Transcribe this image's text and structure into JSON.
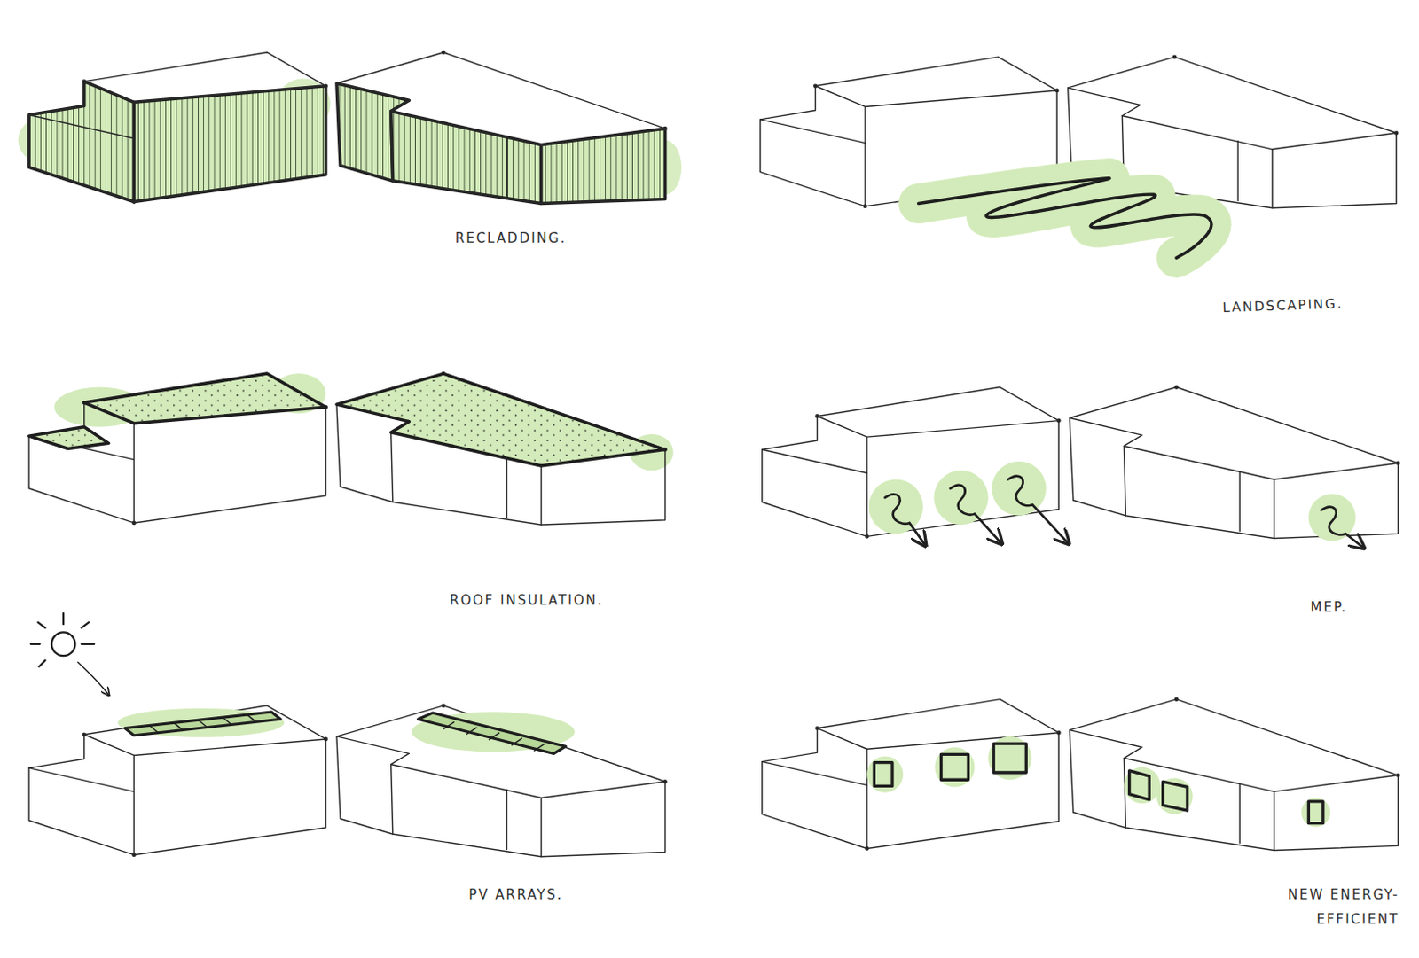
{
  "diagram": {
    "labels": [
      "RECLADDING.",
      "LANDSCAPING.",
      "ROOF INSULATION.",
      "MEP.",
      "PV ARRAYS.",
      "NEW ENERGY- EFFICIENT"
    ]
  }
}
